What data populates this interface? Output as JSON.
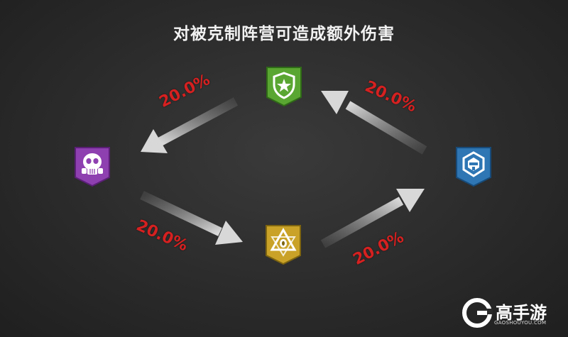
{
  "title": "对被克制阵营可造成额外伤害",
  "factions": {
    "top": {
      "icon": "shield-star-icon",
      "color": "#5aa632"
    },
    "left": {
      "icon": "gas-mask-skull-icon",
      "color": "#8e3fb0"
    },
    "bottom": {
      "icon": "eye-triangle-icon",
      "color": "#c9a227"
    },
    "right": {
      "icon": "mech-helmet-icon",
      "color": "#2e76b4"
    }
  },
  "relations": [
    {
      "from": "top",
      "to": "left",
      "bonus": "20.0%"
    },
    {
      "from": "left",
      "to": "bottom",
      "bonus": "20.0%"
    },
    {
      "from": "bottom",
      "to": "right",
      "bonus": "20.0%"
    },
    {
      "from": "right",
      "to": "top",
      "bonus": "20.0%"
    }
  ],
  "watermark": {
    "brand": "高手游",
    "site": "GAOSHOUYOU.COM",
    "icon": "g-logo-icon"
  }
}
